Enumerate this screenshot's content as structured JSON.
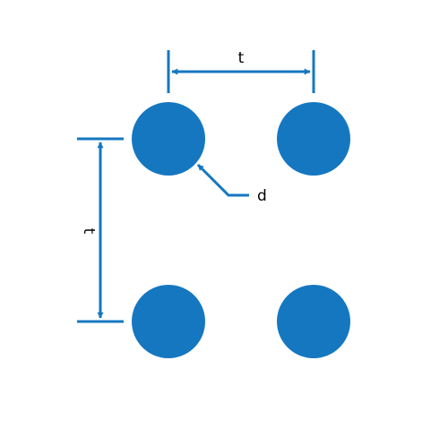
{
  "diagram": {
    "colors": {
      "hole": "#1577c0",
      "line": "#1577c0",
      "text": "#000000"
    },
    "labels": {
      "horizontal_pitch": "t",
      "vertical_pitch": "t",
      "diameter": "d"
    }
  }
}
